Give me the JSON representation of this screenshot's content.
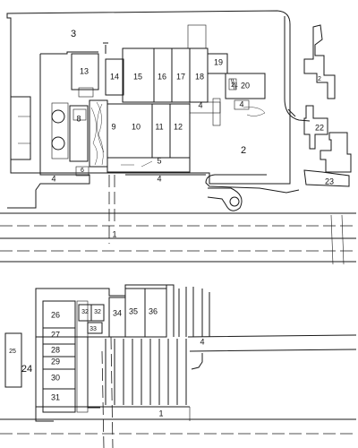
{
  "site_plan": {
    "labels": [
      {
        "id": "1",
        "text": "1"
      },
      {
        "id": "2",
        "text": "2"
      },
      {
        "id": "2b",
        "text": "2"
      },
      {
        "id": "3",
        "text": "3"
      },
      {
        "id": "4a",
        "text": "4"
      },
      {
        "id": "4b",
        "text": "4"
      },
      {
        "id": "4c",
        "text": "4"
      },
      {
        "id": "4d",
        "text": "4"
      },
      {
        "id": "5",
        "text": "5"
      },
      {
        "id": "6",
        "text": "6"
      },
      {
        "id": "8",
        "text": "8"
      },
      {
        "id": "9",
        "text": "9"
      },
      {
        "id": "10",
        "text": "10"
      },
      {
        "id": "11",
        "text": "11"
      },
      {
        "id": "12",
        "text": "12"
      },
      {
        "id": "13",
        "text": "13"
      },
      {
        "id": "14",
        "text": "14"
      },
      {
        "id": "15",
        "text": "15"
      },
      {
        "id": "16",
        "text": "16"
      },
      {
        "id": "17",
        "text": "17"
      },
      {
        "id": "18",
        "text": "18"
      },
      {
        "id": "19",
        "text": "19"
      },
      {
        "id": "20",
        "text": "20"
      },
      {
        "id": "21",
        "text": "21"
      },
      {
        "id": "22",
        "text": "22"
      },
      {
        "id": "23",
        "text": "23"
      }
    ]
  },
  "lower_plan": {
    "labels": [
      {
        "id": "1",
        "text": "1"
      },
      {
        "id": "4",
        "text": "4"
      },
      {
        "id": "24",
        "text": "24"
      },
      {
        "id": "25",
        "text": "25"
      },
      {
        "id": "26",
        "text": "26"
      },
      {
        "id": "27",
        "text": "27"
      },
      {
        "id": "28",
        "text": "28"
      },
      {
        "id": "29",
        "text": "29"
      },
      {
        "id": "30",
        "text": "30"
      },
      {
        "id": "31",
        "text": "31"
      },
      {
        "id": "32",
        "text": "32"
      },
      {
        "id": "32b",
        "text": "32"
      },
      {
        "id": "33",
        "text": "33"
      },
      {
        "id": "34",
        "text": "34"
      },
      {
        "id": "35",
        "text": "35"
      },
      {
        "id": "36",
        "text": "36"
      }
    ]
  }
}
